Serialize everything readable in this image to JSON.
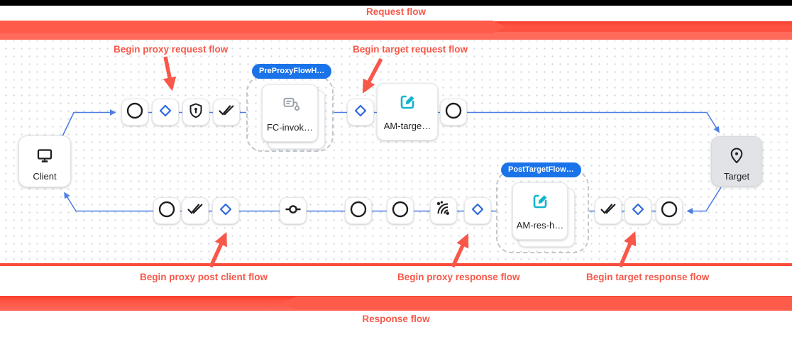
{
  "title_bars": {
    "request_flow": "Request flow",
    "response_flow": "Response flow"
  },
  "annotations": {
    "begin_proxy_request": "Begin proxy request flow",
    "begin_target_request": "Begin target request flow",
    "begin_proxy_post_client": "Begin proxy post client flow",
    "begin_proxy_response": "Begin proxy response flow",
    "begin_target_response": "Begin target response flow"
  },
  "endpoints": {
    "client": "Client",
    "target": "Target"
  },
  "badges": {
    "pre_proxy_flow_hook": "PreProxyFlowH…",
    "post_target_flow_hook": "PostTargetFlow…"
  },
  "policies": {
    "flow_callout": "FC-invok…",
    "assign_message_target": "AM-targe…",
    "assign_message_response": "AM-res-h…"
  },
  "icons": {
    "client": "monitor-icon",
    "target": "location-pin-icon",
    "flow_start_end": "circle-icon",
    "conditional_flow": "diamond-icon",
    "security": "shield-lock-icon",
    "post_flow": "double-check-icon",
    "route": "commit-icon",
    "post_client": "signal-icon",
    "flow_callout_policy": "flow-callout-icon",
    "assign_message_policy": "edit-square-icon"
  },
  "colors": {
    "annotation_red": "#f7584a",
    "bar_red": "#fd5242",
    "flow_blue": "#4d7fe3",
    "badge_blue": "#1a73e8",
    "policy_teal": "#12b5cb",
    "icon_gray": "#9aa0a6",
    "target_gray": "#e2e3e6"
  }
}
